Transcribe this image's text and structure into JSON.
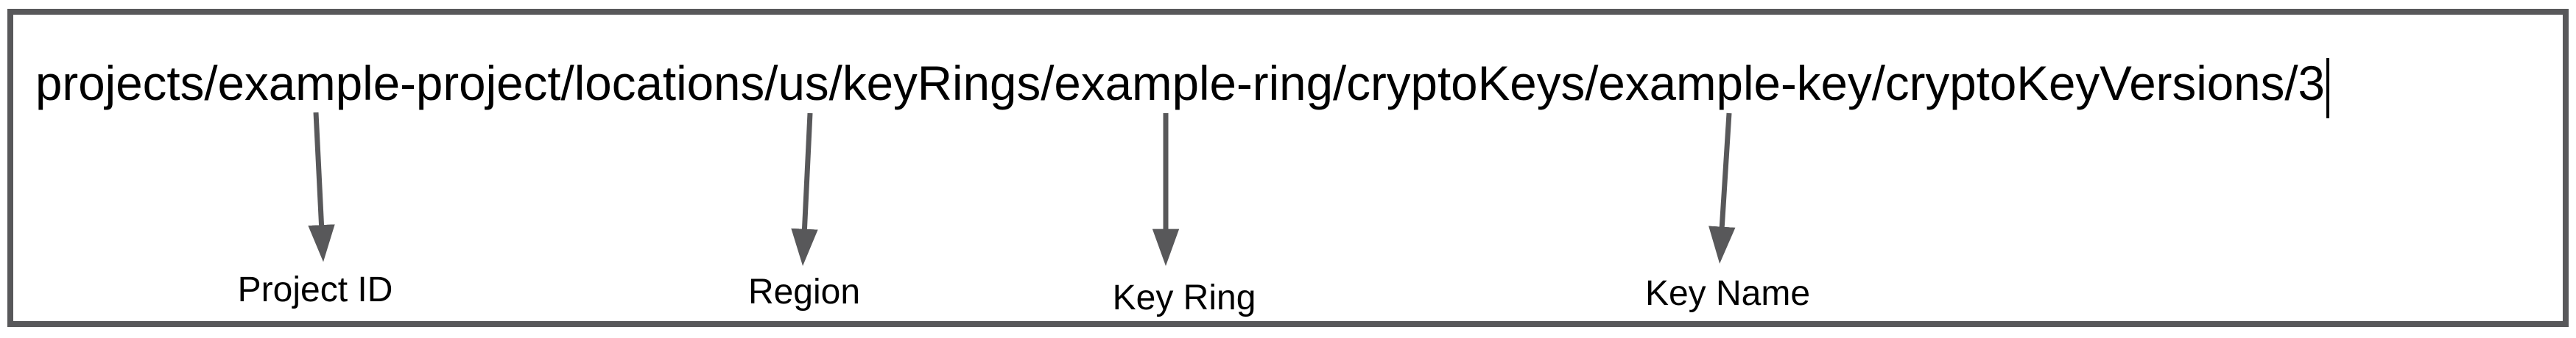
{
  "field": {
    "resource_path": "projects/example-project/locations/us/keyRings/example-ring/cryptoKeys/example-key/cryptoKeyVersions/3"
  },
  "annotations": [
    {
      "label": "Project ID",
      "points_to": "example-project"
    },
    {
      "label": "Region",
      "points_to": "us"
    },
    {
      "label": "Key Ring",
      "points_to": "example-ring"
    },
    {
      "label": "Key Name",
      "points_to": "example-key"
    }
  ],
  "colors": {
    "outline": "#58585a",
    "arrow": "#58585a",
    "text": "#000000",
    "background": "#ffffff"
  }
}
